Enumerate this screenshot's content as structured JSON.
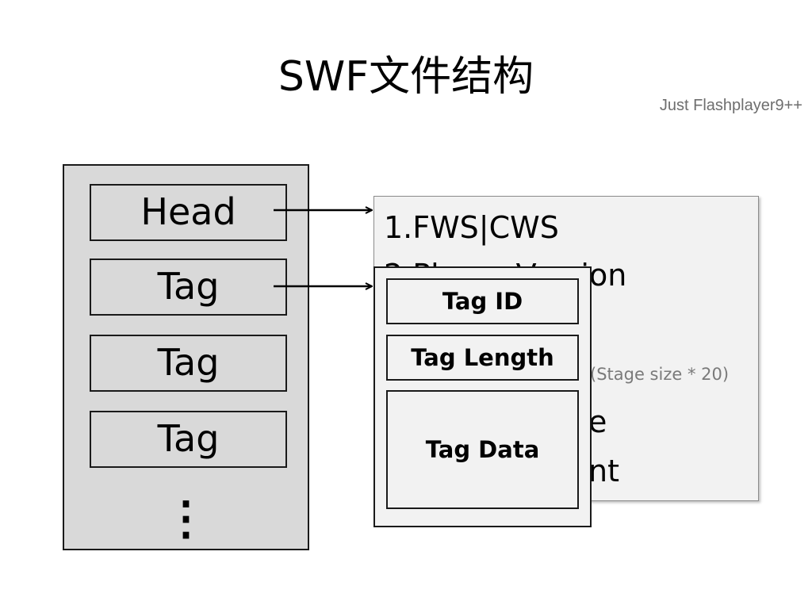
{
  "slide": {
    "title": "SWF文件结构",
    "subtitle": "Just Flashplayer9++"
  },
  "structure": {
    "head": "Head",
    "tags": [
      "Tag",
      "Tag",
      "Tag"
    ],
    "more": "⋮"
  },
  "header_panel": {
    "lines": [
      "1.FWS|CWS",
      "2.Player Version",
      "",
      "",
      "e",
      "nt"
    ],
    "note": "(Stage size * 20)"
  },
  "tag_panel": {
    "tag_id": "Tag ID",
    "tag_length": "Tag Length",
    "tag_data": "Tag Data"
  },
  "colors": {
    "block_fill": "#d9d9d9",
    "panel_fill": "#f2f2f2",
    "note_text": "#7a7a7a"
  }
}
